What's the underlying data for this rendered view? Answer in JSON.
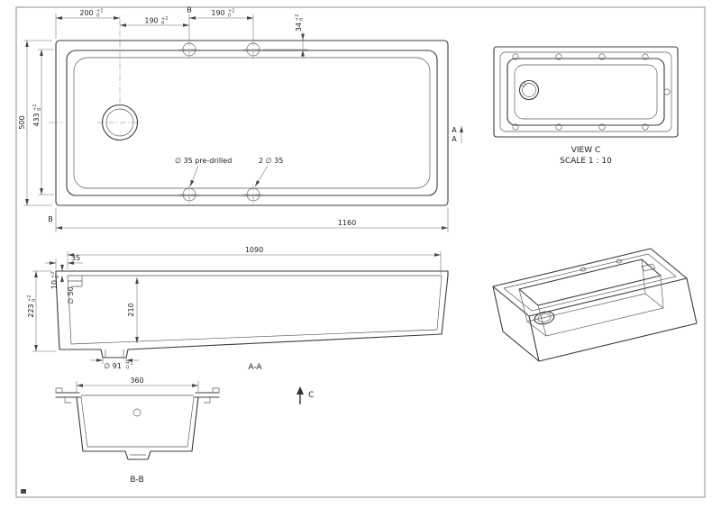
{
  "colors": {
    "line": "#3b3b3b",
    "dim_line": "#6b6b6b",
    "text": "#1c1c1c",
    "frame": "#8f8f8f",
    "background": "#ffffff"
  },
  "tolerance": {
    "plus": "+2",
    "minus": "0"
  },
  "tolerance_d91": {
    "plus": "+1",
    "minus": "0"
  },
  "plan": {
    "marker_b_top": "B",
    "marker_b_bottom": "B",
    "marker_a": "A",
    "dims": {
      "w200": "200",
      "w190a": "190",
      "w190b": "190",
      "h34": "34",
      "h500": "500",
      "h433": "433",
      "w1160": "1160"
    },
    "notes": {
      "predrilled": "∅ 35 pre-drilled",
      "two_holes": "2 ∅ 35"
    }
  },
  "view_c": {
    "title": "VIEW C",
    "scale": "SCALE 1 : 10"
  },
  "section_aa": {
    "label": "A-A",
    "dims": {
      "t35": "35",
      "l1090": "1090",
      "t10": "10",
      "d50": "∅ 50",
      "h223": "223",
      "h210": "210",
      "d91": "∅ 91"
    }
  },
  "section_bb": {
    "label": "B-B",
    "dims": {
      "w360": "360"
    }
  },
  "view_marker_c": "C"
}
